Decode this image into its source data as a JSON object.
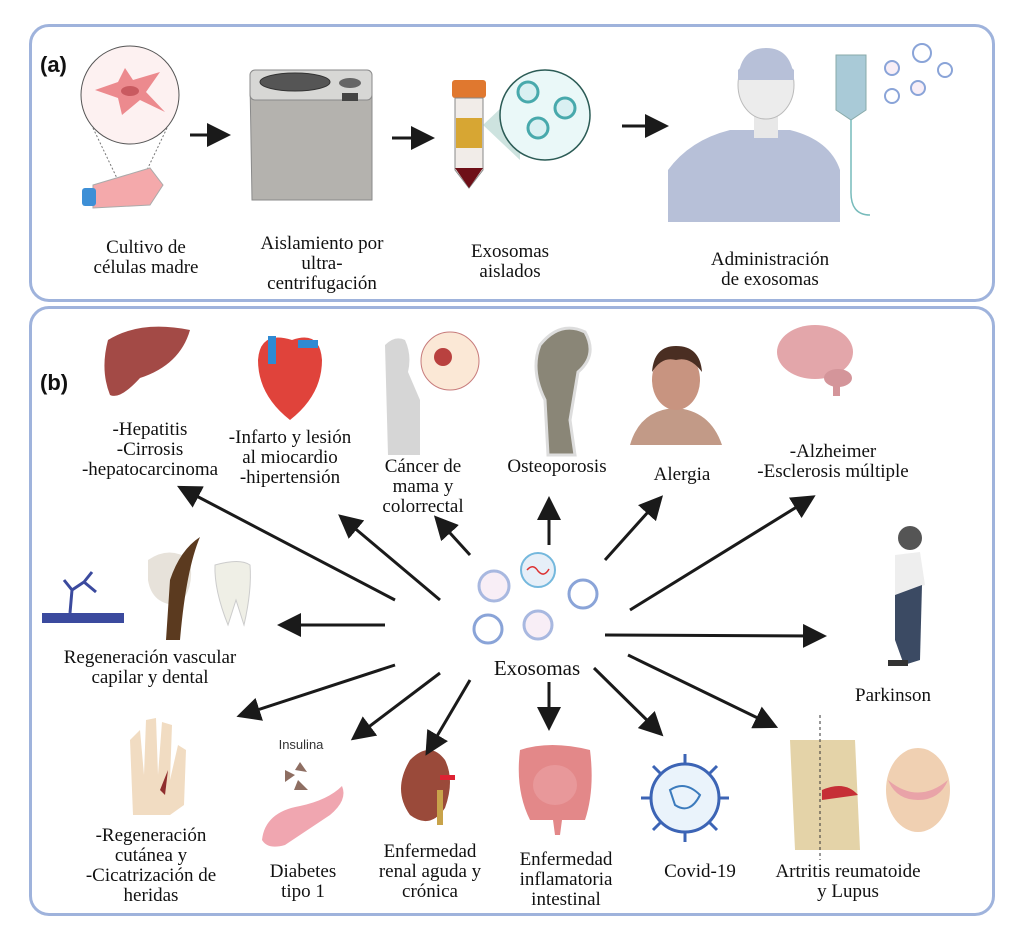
{
  "panel_a": {
    "label": "(a)",
    "steps": [
      {
        "id": "culture",
        "lines": [
          "Cultivo de",
          "células madre"
        ],
        "icon": "stem-cell-culture-flask-icon"
      },
      {
        "id": "centrifuge",
        "lines": [
          "Aislamiento por",
          "ultra-",
          "centrifugación"
        ],
        "icon": "ultracentrifuge-icon"
      },
      {
        "id": "isolated",
        "lines": [
          "Exosomas",
          "aislados"
        ],
        "icon": "falcon-tube-exosomes-icon"
      },
      {
        "id": "admin",
        "lines": [
          "Administración",
          "de exosomas"
        ],
        "icon": "patient-iv-drip-icon"
      }
    ]
  },
  "panel_b": {
    "label": "(b)",
    "center": {
      "label": "Exosomas",
      "icon": "exosome-cluster-icon"
    },
    "targets": [
      {
        "id": "liver",
        "lines": [
          "-Hepatitis",
          "-Cirrosis",
          "-hepatocarcinoma"
        ],
        "icon": "liver-icon"
      },
      {
        "id": "heart",
        "lines": [
          "-Infarto y lesión",
          "al miocardio",
          "-hipertensión"
        ],
        "icon": "heart-icon"
      },
      {
        "id": "cancer",
        "lines": [
          "Cáncer de",
          "mama y",
          "colorrectal"
        ],
        "icon": "breast-cancer-icon"
      },
      {
        "id": "bone",
        "lines": [
          "Osteoporosis"
        ],
        "icon": "femur-bone-icon"
      },
      {
        "id": "allergy",
        "lines": [
          "Alergia"
        ],
        "icon": "allergy-face-icon"
      },
      {
        "id": "brain",
        "lines": [
          "-Alzheimer",
          "-Esclerosis múltiple"
        ],
        "icon": "brain-icon"
      },
      {
        "id": "regen",
        "lines": [
          "Regeneración vascular",
          "capilar y dental"
        ],
        "icon": "vessel-hair-tooth-icon"
      },
      {
        "id": "parkinson",
        "lines": [
          "Parkinson"
        ],
        "icon": "parkinson-person-icon"
      },
      {
        "id": "skin",
        "lines": [
          "-Regeneración",
          "cutánea y",
          "-Cicatrización de",
          "heridas"
        ],
        "icon": "wounded-hand-icon"
      },
      {
        "id": "diabetes",
        "lines": [
          "Diabetes",
          "tipo 1"
        ],
        "icon": "pancreas-icon",
        "note": "Insulina"
      },
      {
        "id": "kidney",
        "lines": [
          "Enfermedad",
          "renal aguda y",
          "crónica"
        ],
        "icon": "kidney-icon"
      },
      {
        "id": "ibd",
        "lines": [
          "Enfermedad",
          "inflamatoria",
          "intestinal"
        ],
        "icon": "intestine-icon"
      },
      {
        "id": "covid",
        "lines": [
          "Covid-19"
        ],
        "icon": "coronavirus-icon"
      },
      {
        "id": "arthritis",
        "lines": [
          "Artritis reumatoide",
          "y Lupus"
        ],
        "icon": "joint-lupus-face-icon"
      }
    ]
  },
  "colors": {
    "panel_border": "#9fb3dc",
    "arrow": "#1a1a1a"
  }
}
